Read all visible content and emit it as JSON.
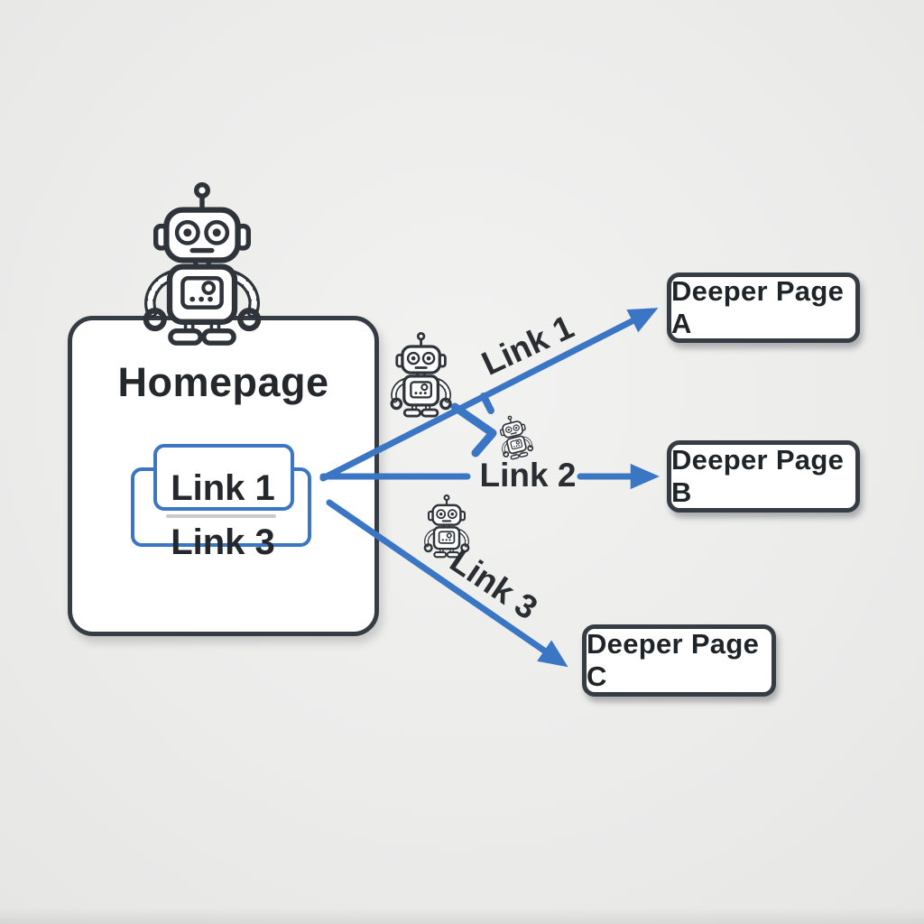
{
  "homepage": {
    "title": "Homepage",
    "link_cards": {
      "front_label": "Link 1",
      "back_label": "Link 3"
    }
  },
  "arrows": [
    {
      "label": "Link 1",
      "from": "Homepage",
      "to": "Deeper Page A"
    },
    {
      "label": "Link 2",
      "from": "Homepage",
      "to": "Deeper Page B"
    },
    {
      "label": "Link 3",
      "from": "Homepage",
      "to": "Deeper Page C"
    }
  ],
  "deeper_pages": [
    {
      "label": "Deeper Page A"
    },
    {
      "label": "Deeper Page B"
    },
    {
      "label": "Deeper Page C"
    }
  ],
  "icons": {
    "robots": [
      {
        "name": "crawler-robot-large"
      },
      {
        "name": "crawler-robot-medium"
      },
      {
        "name": "crawler-robot-small"
      },
      {
        "name": "crawler-robot-tiny-waving"
      }
    ]
  },
  "colors": {
    "accent_blue": "#3B76C4",
    "outline_dark": "#363C43",
    "text_dark": "#24282C",
    "divider_gray": "#CACACA",
    "background": "#ECECEB"
  }
}
